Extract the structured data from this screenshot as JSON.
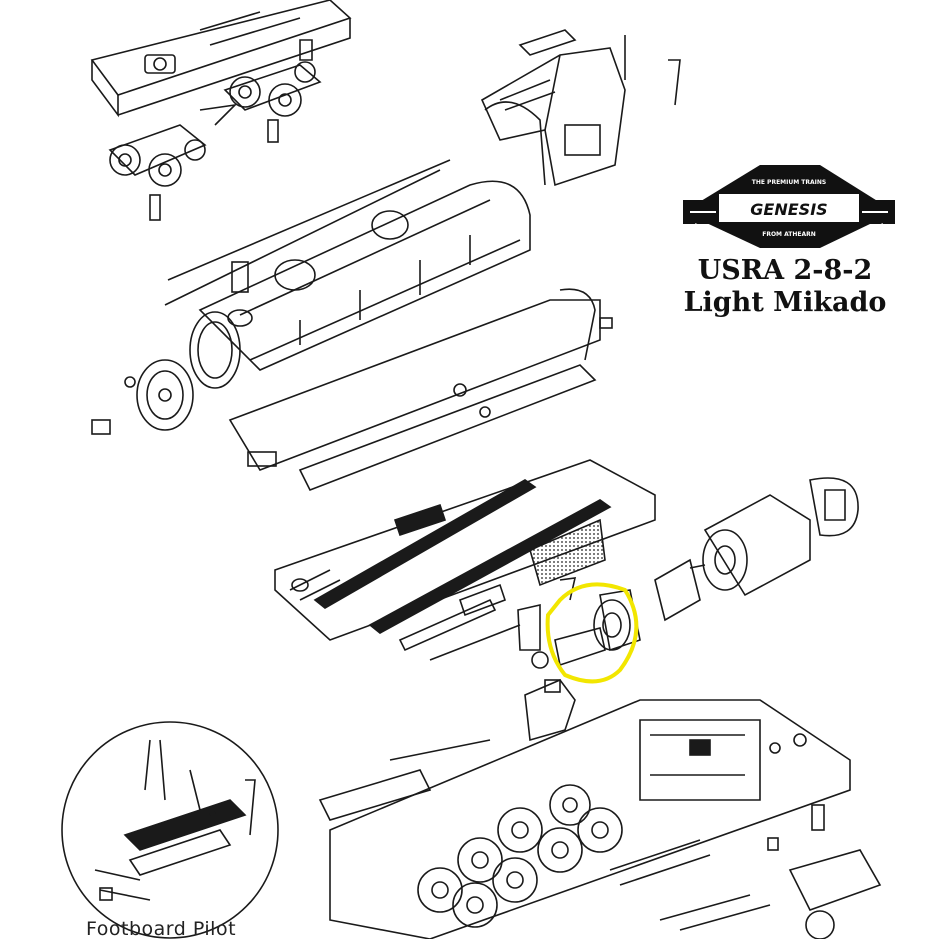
{
  "diagram": {
    "title_line1": "USRA 2-8-2",
    "title_line2": "Light Mikado",
    "logo": {
      "tagline_top": "THE PREMIUM TRAINS",
      "brand": "GENESIS",
      "tagline_bottom": "FROM ATHEARN"
    },
    "inset_label": "Footboard Pilot",
    "highlight_color": "#f2e600",
    "line_color": "#1a1a1a"
  }
}
